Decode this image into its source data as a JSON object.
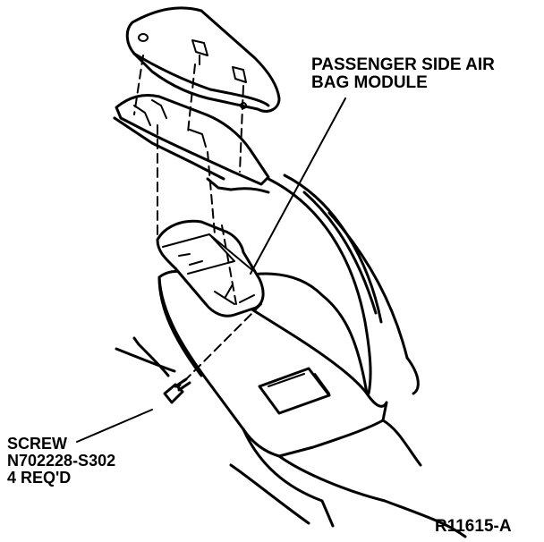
{
  "labels": {
    "airbag_line1": "PASSENGER SIDE AIR",
    "airbag_line2": "BAG MODULE",
    "screw_line1": "SCREW",
    "screw_line2": "N702228-S302",
    "screw_line3": "4 REQ'D",
    "figure_number": "R11615-A"
  }
}
